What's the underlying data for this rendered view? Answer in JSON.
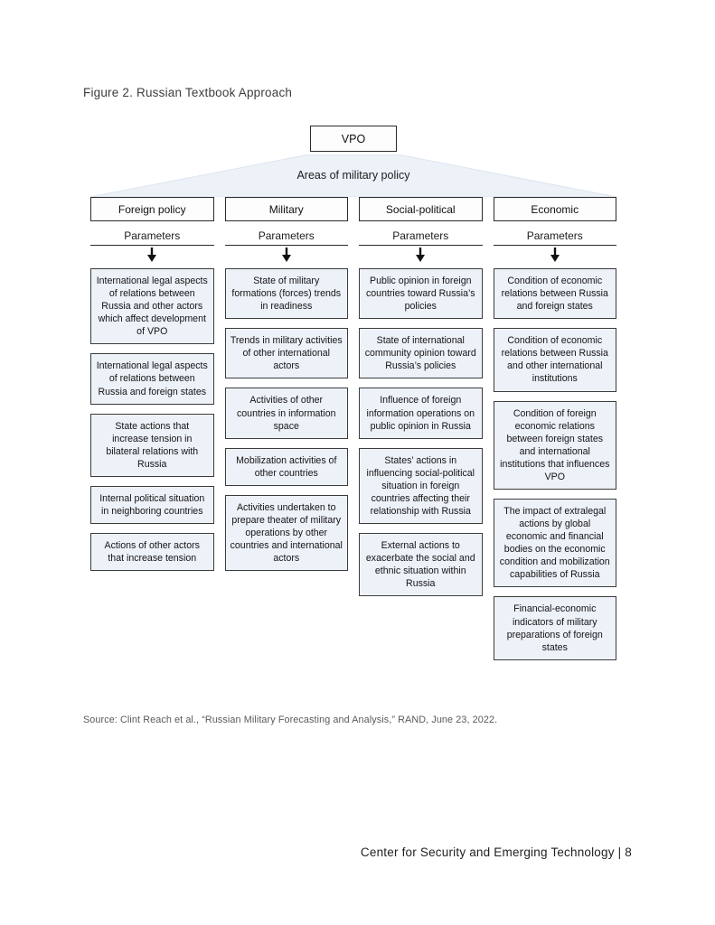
{
  "page": {
    "figure_title": "Figure 2. Russian Textbook Approach",
    "source": "Source: Clint Reach et al., “Russian Military Forecasting and Analysis,” RAND, June 23, 2022.",
    "footer": "Center for Security and Emerging Technology | 8"
  },
  "colors": {
    "node_fill": "#edf1f8",
    "node_border": "#3c3c3c",
    "funnel_fill": "#edf2f9"
  },
  "diagram": {
    "root": "VPO",
    "funnel_label": "Areas of military policy",
    "parameters_label": "Parameters",
    "columns": [
      {
        "header": "Foreign policy",
        "boxes": [
          "International legal aspects of relations between Russia and other actors which affect development of VPO",
          "International legal aspects of relations between Russia and foreign states",
          "State actions that increase tension in bilateral relations with Russia",
          "Internal political situation in neighboring countries",
          "Actions of other actors that increase tension"
        ]
      },
      {
        "header": "Military",
        "boxes": [
          "State of military formations (forces) trends in readiness",
          "Trends in military activities of other international actors",
          "Activities of other countries in information space",
          "Mobilization activities of other countries",
          "Activities undertaken to prepare theater of military operations by other countries and international actors"
        ]
      },
      {
        "header": "Social-political",
        "boxes": [
          "Public opinion in foreign countries toward Russia’s policies",
          "State of international community opinion toward Russia’s policies",
          "Influence of foreign information operations on public opinion in Russia",
          "States’ actions in influencing social-political situation in foreign countries affecting their relationship with Russia",
          "External actions to exacerbate the social and ethnic situation within Russia"
        ]
      },
      {
        "header": "Economic",
        "boxes": [
          "Condition of economic relations between Russia and foreign states",
          "Condition of economic relations between Russia and other international institutions",
          "Condition of foreign economic relations between foreign states and international institutions that influences VPO",
          "The impact of extralegal actions by global economic and financial bodies on the economic condition and mobilization capabilities of Russia",
          "Financial-economic indicators of military preparations of foreign states"
        ]
      }
    ]
  }
}
